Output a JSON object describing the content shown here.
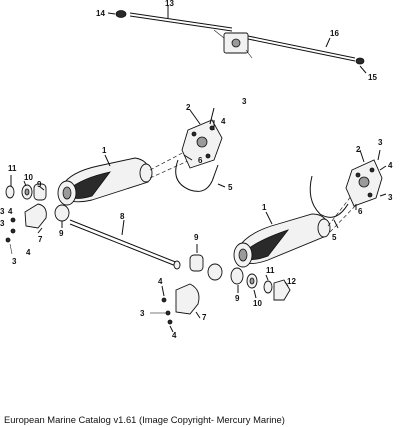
{
  "callouts": {
    "c1a": "1",
    "c1b": "1",
    "c2a": "2",
    "c2b": "2",
    "c3a": "3",
    "c3b": "3",
    "c3c": "3",
    "c3d": "3",
    "c3e": "3",
    "c3f": "3",
    "c4a": "4",
    "c4b": "4",
    "c4c": "4",
    "c4d": "4",
    "c4e": "4",
    "c4f": "4",
    "c5a": "5",
    "c5b": "5",
    "c6a": "6",
    "c6b": "6",
    "c7a": "7",
    "c7b": "7",
    "c8": "8",
    "c9a": "9",
    "c9b": "9",
    "c9c": "9",
    "c9d": "9",
    "c10a": "10",
    "c10b": "10",
    "c11a": "11",
    "c11b": "11",
    "c12": "12",
    "c13": "13",
    "c14": "14",
    "c15": "15",
    "c16": "16"
  },
  "caption": "European Marine Catalog v1.61 (Image Copyright- Mercury Marine)"
}
